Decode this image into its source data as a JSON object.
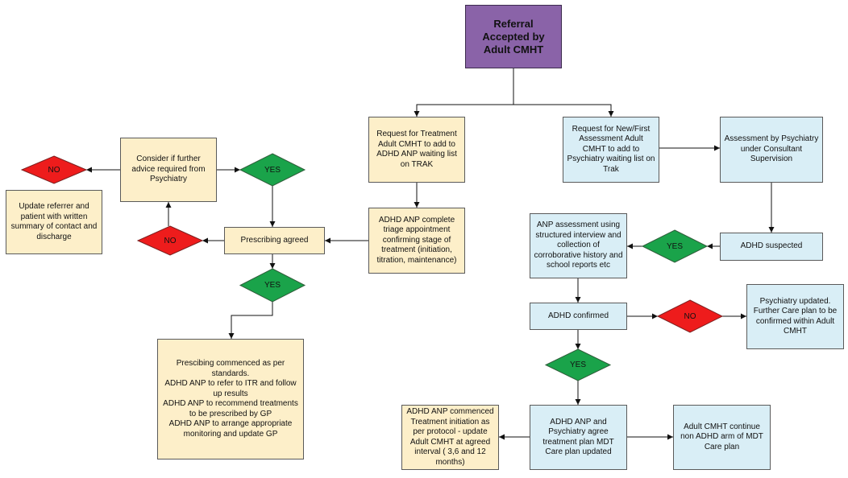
{
  "colors": {
    "purple": "#8a63a8",
    "yellow": "#fdefc9",
    "blue": "#d9eef6",
    "green": "#1aa34a",
    "red": "#ee1c1c"
  },
  "nodes": {
    "referral": "Referral Accepted by Adult CMHT",
    "request_treatment": "Request for Treatment Adult CMHT to add to ADHD ANP waiting list on TRAK",
    "request_new": "Request for New/First Assessment  Adult CMHT to add to Psychiatry waiting list on Trak",
    "assessment_psychiatry": "Assessment by Psychiatry under Consultant Supervision",
    "adhd_suspected": "ADHD suspected",
    "anp_assessment": "ANP assessment using structured interview and collection of corroborative history and school reports etc",
    "adhd_confirmed": "ADHD confirmed",
    "psychiatry_updated": "Psychiatry updated.  Further Care plan to be confirmed within Adult CMHT",
    "agree_plan": "ADHD ANP and Psychiatry agree treatment plan MDT Care plan updated",
    "anp_commenced": "ADHD ANP commenced Treatment initiation as per protocol - update Adult CMHT at agreed interval ( 3,6 and 12 months)",
    "cmht_continue": "Adult CMHT continue non ADHD arm of MDT Care plan",
    "triage": "ADHD ANP complete triage appointment confirming stage of treatment (initiation, titration, maintenance)",
    "prescribing_agreed": "Prescribing agreed",
    "consider_advice": "Consider if further advice required from Psychiatry",
    "update_referrer": "Update referrer and patient with written summary of contact and discharge",
    "prescribing_commenced": [
      "Prescibing commenced  as per standards.",
      "ADHD ANP to refer to ITR and follow up results",
      "ADHD ANP to recommend treatments to be prescribed by GP",
      "ADHD ANP to arrange  appropriate monitoring and update GP"
    ]
  },
  "decisions": {
    "yes_suspected": "YES",
    "no_confirmed": "NO",
    "yes_confirmed": "YES",
    "yes_prescribing": "YES",
    "no_prescribing": "NO",
    "yes_advice": "YES",
    "no_advice": "NO"
  }
}
